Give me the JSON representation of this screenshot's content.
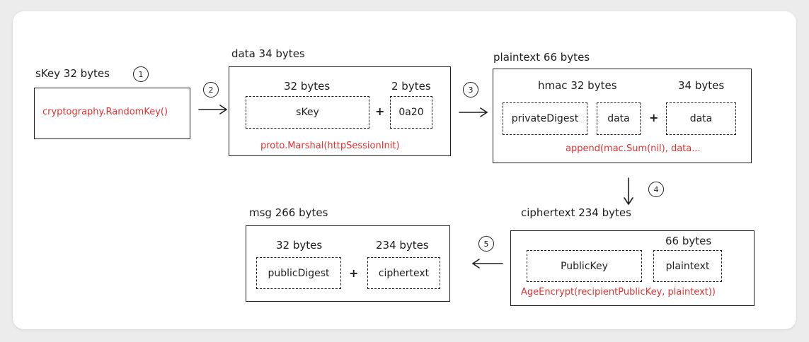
{
  "skey_block": {
    "title": "sKey 32 bytes",
    "code": "cryptography.RandomKey()"
  },
  "data_block": {
    "title": "data 34 bytes",
    "field1_size": "32 bytes",
    "field1_name": "sKey",
    "field2_size": "2 bytes",
    "field2_name": "0a20",
    "code": "proto.Marshal(httpSessionInit)"
  },
  "plaintext_block": {
    "title": "plaintext 66 bytes",
    "hmac_size": "hmac 32 bytes",
    "field1_name": "privateDigest",
    "field2_name": "data",
    "field3_size": "34 bytes",
    "field3_name": "data",
    "code": "append(mac.Sum(nil), data..."
  },
  "ciphertext_block": {
    "title": "ciphertext 234 bytes",
    "field1_name": "PublicKey",
    "field2_size": "66 bytes",
    "field2_name": "plaintext",
    "code": "AgeEncrypt(recipientPublicKey, plaintext))"
  },
  "msg_block": {
    "title": "msg 266 bytes",
    "field1_size": "32 bytes",
    "field1_name": "publicDigest",
    "field2_size": "234 bytes",
    "field2_name": "ciphertext"
  },
  "plus": "+",
  "steps": [
    "1",
    "2",
    "3",
    "4",
    "5"
  ],
  "colors": {
    "code": "#e03131",
    "stroke": "#1e1e1e"
  }
}
